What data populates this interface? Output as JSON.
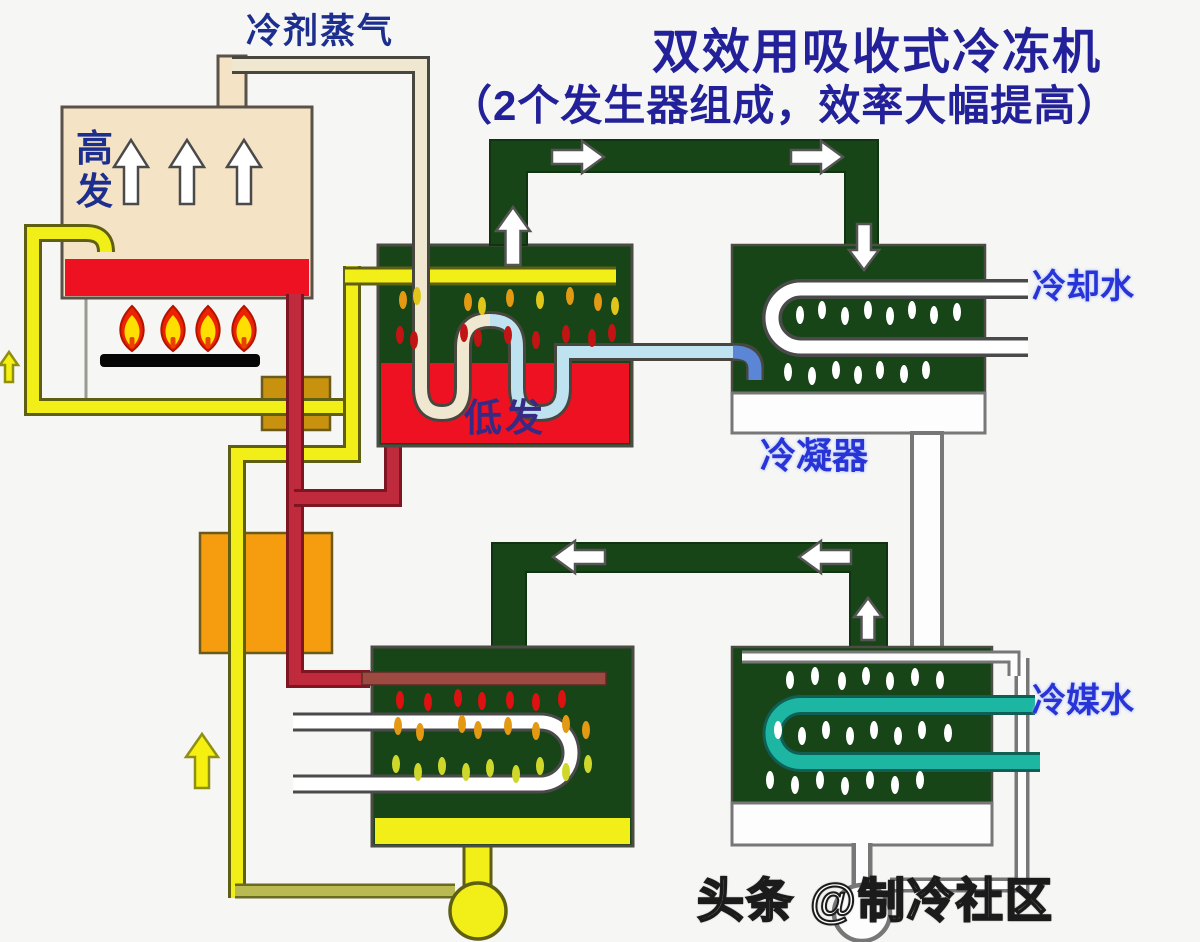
{
  "title": {
    "line1": "双效用吸收式冷冻机",
    "line2": "（2个发生器组成，效率大幅提高）"
  },
  "labels": {
    "refrigerant_vapor": "冷剂蒸气",
    "high_generator": "高发",
    "low_generator": "低发",
    "cooling_water": "冷却水",
    "condenser": "冷凝器",
    "chilled_water": "冷媒水"
  },
  "watermark": "头条 @制冷社区",
  "colors": {
    "title-blue": "#232199",
    "navy": "#1d2f8e",
    "difa-blue": "#362a85",
    "label-blue": "#2834d6",
    "dark-green": "#174517",
    "bright-red": "#ee1122",
    "beige": "#f4e3c4",
    "pipe-yellow": "#f2ee18",
    "pipe-crimson": "#bf2a3c",
    "hx-orange": "#f59d0e",
    "hx-goldenrod": "#c8920e",
    "tube-teal": "#1db6a3",
    "tube-lightblue": "#bfe2f0"
  }
}
